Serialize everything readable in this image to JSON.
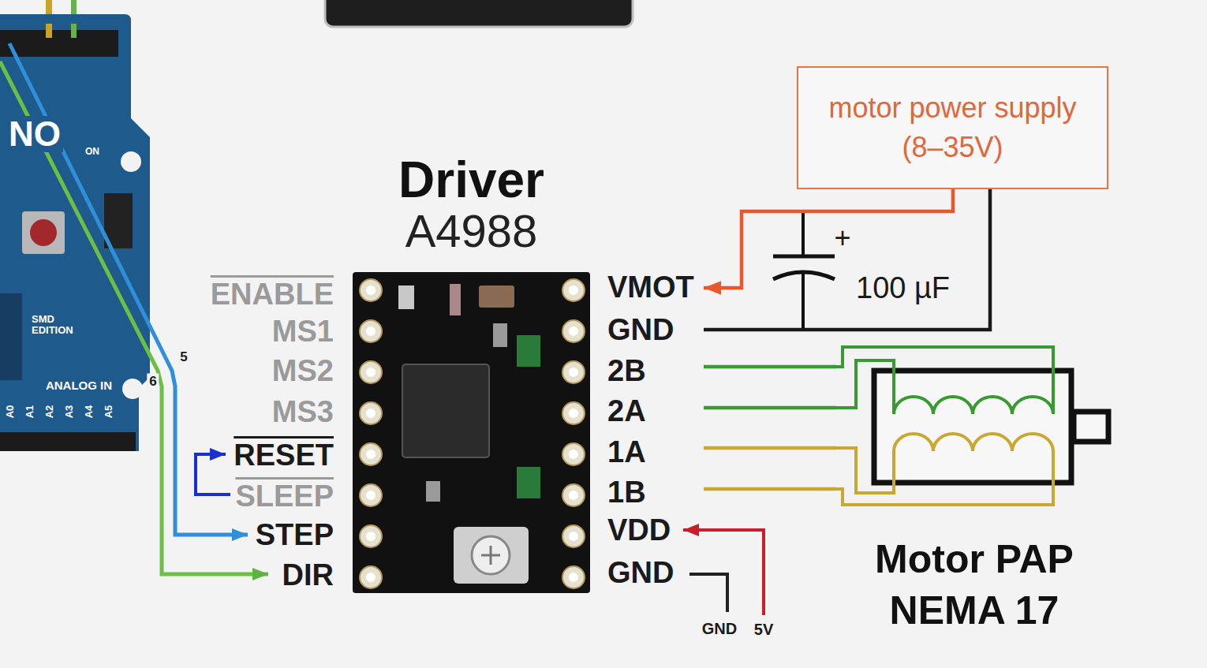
{
  "diagram": {
    "nodes": [
      {
        "text": [
          "motor power supply (8–35V)"
        ]
      },
      {
        "text": [
          "Driver",
          "A4988"
        ]
      },
      {
        "text": [
          "Motor PAP NEMA 17"
        ]
      }
    ],
    "edges": [
      {
        "from": 0,
        "to": 1,
        "arrow": "to"
      },
      {
        "from": 0,
        "to": 1,
        "arrow": "none"
      },
      {
        "from": 1,
        "to": 2,
        "arrow": "none"
      },
      {
        "from": 1,
        "to": 2,
        "arrow": "none"
      },
      {
        "from": 1,
        "to": 2,
        "arrow": "none"
      },
      {
        "from": 1,
        "to": 2,
        "arrow": "none"
      }
    ],
    "labels": [
      "NO",
      "ON",
      "SMD EDITION",
      "ANALOG IN",
      "A0",
      "A1",
      "A2",
      "A3",
      "A4",
      "A5",
      "5",
      "6",
      "ENABLE",
      "MS1",
      "MS2",
      "MS3",
      "RESET",
      "SLEEP",
      "STEP",
      "DIR",
      "VMOT",
      "GND",
      "2B",
      "2A",
      "1A",
      "1B",
      "VDD",
      "GND",
      "+",
      "100 µF",
      "GND",
      "5V"
    ]
  }
}
